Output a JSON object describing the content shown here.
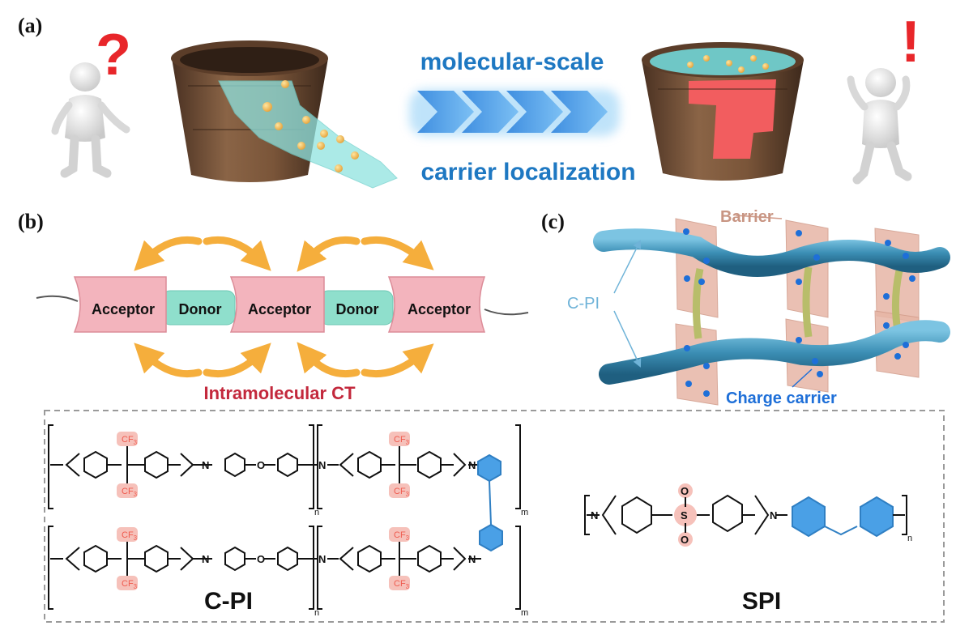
{
  "panels": {
    "a": "(a)",
    "b": "(b)",
    "c": "(c)"
  },
  "panel_a": {
    "question_mark": "?",
    "exclamation_mark": "!",
    "top_text": "molecular-scale",
    "bottom_text": "carrier localization"
  },
  "panel_b": {
    "acceptor_label": "Acceptor",
    "donor_label": "Donor",
    "ct_label": "Intramolecular CT"
  },
  "panel_c": {
    "barrier_label": "Barrier",
    "cpi_label": "C-PI",
    "carrier_label": "Charge carrier"
  },
  "structures": {
    "cpi_name": "C-PI",
    "spi_name": "SPI",
    "cf3": "CF",
    "cf3_sub": "3",
    "oxygen": "O",
    "nitrogen": "N",
    "sulfur": "S",
    "sub_n": "n",
    "sub_m": "m"
  },
  "colors": {
    "accent_blue": "#1e78c2",
    "acceptor_pink": "#f3b4bd",
    "donor_teal": "#8fdfcc",
    "ct_red": "#c3283c",
    "arrow_orange": "#f5ae3c",
    "cf3_red": "#ef5b4f",
    "phenyl_blue": "#4aa0e6",
    "wood": "#6b4a34",
    "barrier_pink": "#e7b6a6",
    "cpi_tube": "#3c8fb5",
    "carrier_blue": "#1e6fd8"
  }
}
